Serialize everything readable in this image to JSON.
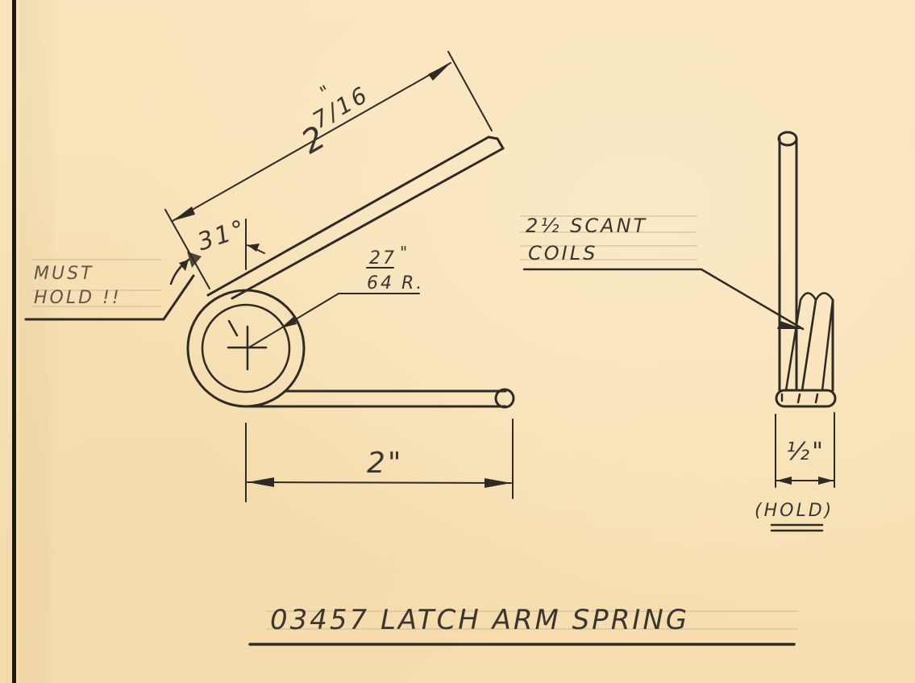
{
  "drawing": {
    "title": "03457 LATCH ARM SPRING",
    "paper_color": "#f8e3b9",
    "ink_color": "#2e2a24",
    "front_view": {
      "arm_length_label": "2",
      "arm_length_fraction": "7/16",
      "arm_length_inch_mark": "\"",
      "angle_label": "31°",
      "radius_numerator": "27",
      "radius_denominator": "64",
      "radius_suffix": "R.",
      "radius_inch_mark": "\"",
      "leg_length_label": "2\"",
      "note_line1": "MUST",
      "note_line2": "HOLD !!"
    },
    "side_view": {
      "coils_line1": "2½ SCANT",
      "coils_line2": "COILS",
      "width_label": "½\"",
      "width_note": "(HOLD)"
    }
  }
}
